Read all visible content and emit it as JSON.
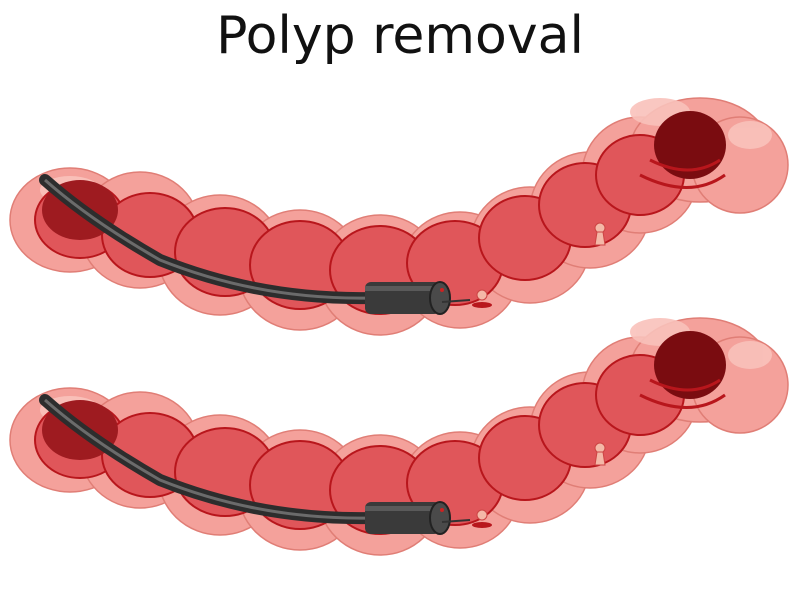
{
  "title": "Polyp removal",
  "colors": {
    "outer_pink": "#f4a19b",
    "outer_highlight": "#f9c2bb",
    "outline": "#e07e76",
    "inner_red": "#e0565a",
    "inner_dark": "#b8161c",
    "lumen_dark": "#7a0c10",
    "scope_black": "#2d2d2d",
    "scope_grey": "#6b6b6b",
    "polyp": "#f4b8a8"
  },
  "panels": [
    {
      "label": "colon-with-endoscope-1",
      "polyps_visible": 2
    },
    {
      "label": "colon-with-endoscope-2",
      "polyps_visible": 2
    }
  ]
}
